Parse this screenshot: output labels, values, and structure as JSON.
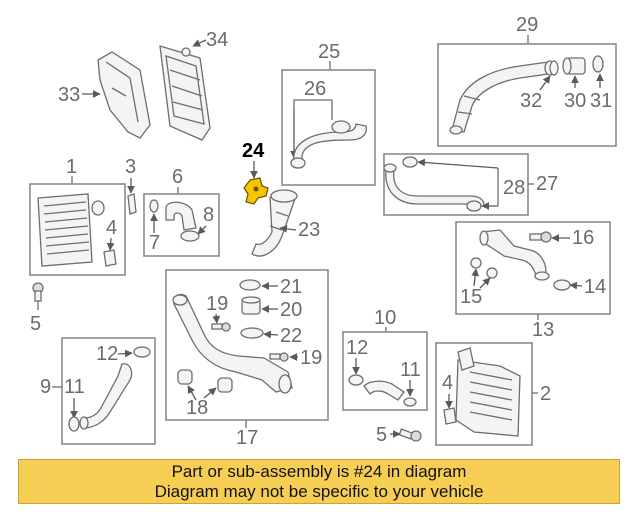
{
  "callouts": {
    "c1": "1",
    "c2": "2",
    "c3": "3",
    "c4a": "4",
    "c4b": "4",
    "c5a": "5",
    "c5b": "5",
    "c6": "6",
    "c7": "7",
    "c8": "8",
    "c9": "9",
    "c10": "10",
    "c11a": "11",
    "c11b": "11",
    "c12a": "12",
    "c12b": "12",
    "c13": "13",
    "c14": "14",
    "c15": "15",
    "c16": "16",
    "c17": "17",
    "c18": "18",
    "c19a": "19",
    "c19b": "19",
    "c20": "20",
    "c21": "21",
    "c22": "22",
    "c23": "23",
    "c24": "24",
    "c25": "25",
    "c26": "26",
    "c27": "27",
    "c28": "28",
    "c29": "29",
    "c30": "30",
    "c31": "31",
    "c32": "32",
    "c33": "33",
    "c34": "34"
  },
  "banner": {
    "line1": "Part or sub-assembly is #24 in diagram",
    "line2": "Diagram may not be specific to your vehicle"
  },
  "colors": {
    "highlight": "#f6c400",
    "banner_bg": "#f7ce54"
  }
}
